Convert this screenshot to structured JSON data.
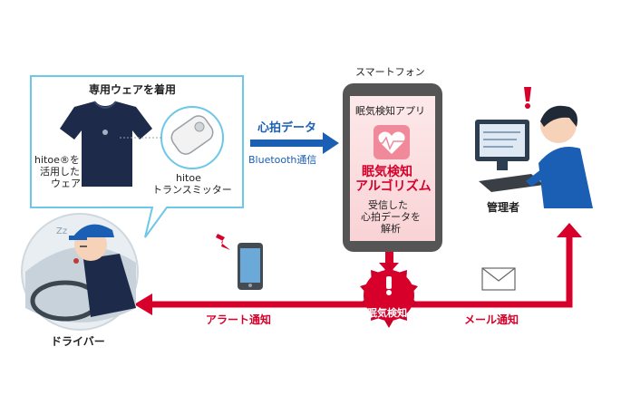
{
  "wear_box": {
    "title": "専用ウェアを着用",
    "shirt_label_1": "hitoe®を",
    "shirt_label_2": "活用した",
    "shirt_label_3": "ウェア",
    "transmitter_label_1": "hitoe",
    "transmitter_label_2": "トランスミッター"
  },
  "heart_data_label": "心拍データ",
  "bluetooth_label": "Bluetooth通信",
  "phone": {
    "title": "スマートフォン",
    "app_name": "眠気検知アプリ",
    "algorithm_1": "眠気検知",
    "algorithm_2": "アルゴリズム",
    "desc_1": "受信した",
    "desc_2": "心拍データを",
    "desc_3": "解析"
  },
  "manager_label": "管理者",
  "driver_label": "ドライバー",
  "alert_badge_label": "眠気検知",
  "alert_notice_label": "アラート通知",
  "mail_notice_label": "メール通知",
  "colors": {
    "accent_red": "#d6002a",
    "accent_blue": "#1a5fb4",
    "box_border": "#6cc7e8",
    "phone_body": "#555555",
    "phone_screen": "#fbe4e6"
  }
}
